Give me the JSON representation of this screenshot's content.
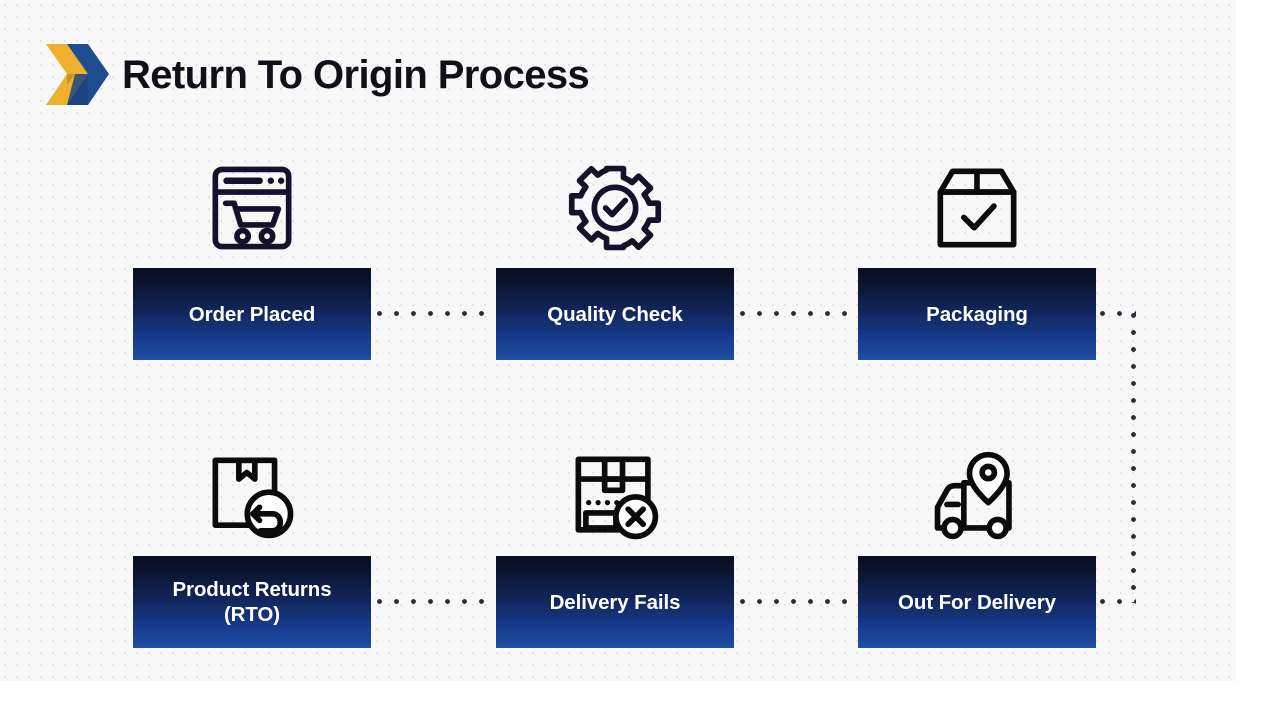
{
  "header": {
    "title": "Return To Origin Process",
    "logo": {
      "name": "chevron-logo",
      "gold": "#eeb02e",
      "gold_dark": "#d59526",
      "blue": "#1f4d8f",
      "blue_dark": "#184075"
    }
  },
  "theme": {
    "background": "#f8f8f8",
    "page": "#ffffff",
    "box_gradient_top": "#080d1f",
    "box_gradient_bottom": "#1d4fa2",
    "box_text": "#ffffff",
    "icon_stroke": "#14122b",
    "connector_dot": "#2b2b3a",
    "title_color": "#111018"
  },
  "flow": {
    "type": "process-flow",
    "rows": 2,
    "columns": 3,
    "nodes": [
      {
        "id": "order-placed",
        "label": "Order Placed",
        "icon": "browser-cart-icon",
        "row": 1,
        "col": 1
      },
      {
        "id": "quality-check",
        "label": "Quality Check",
        "icon": "gear-check-icon",
        "row": 1,
        "col": 2
      },
      {
        "id": "packaging",
        "label": "Packaging",
        "icon": "box-check-icon",
        "row": 1,
        "col": 3
      },
      {
        "id": "product-returns",
        "label": "Product Returns\n(RTO)",
        "icon": "box-return-icon",
        "row": 2,
        "col": 1
      },
      {
        "id": "delivery-fails",
        "label": "Delivery Fails",
        "icon": "box-failed-icon",
        "row": 2,
        "col": 2
      },
      {
        "id": "out-for-delivery",
        "label": "Out For Delivery",
        "icon": "truck-location-icon",
        "row": 2,
        "col": 3
      }
    ],
    "connectors": [
      {
        "id": "order-placed-to-quality-check",
        "from": "order-placed",
        "to": "quality-check",
        "style": "dotted",
        "orientation": "horizontal"
      },
      {
        "id": "quality-check-to-packaging",
        "from": "quality-check",
        "to": "packaging",
        "style": "dotted",
        "orientation": "horizontal"
      },
      {
        "id": "packaging-to-out-for-delivery",
        "from": "packaging",
        "to": "out-for-delivery",
        "style": "dotted",
        "orientation": "wrap-right"
      },
      {
        "id": "out-for-delivery-to-delivery-fails",
        "from": "out-for-delivery",
        "to": "delivery-fails",
        "style": "dotted",
        "orientation": "horizontal"
      },
      {
        "id": "delivery-fails-to-product-returns",
        "from": "delivery-fails",
        "to": "product-returns",
        "style": "dotted",
        "orientation": "horizontal"
      }
    ]
  }
}
